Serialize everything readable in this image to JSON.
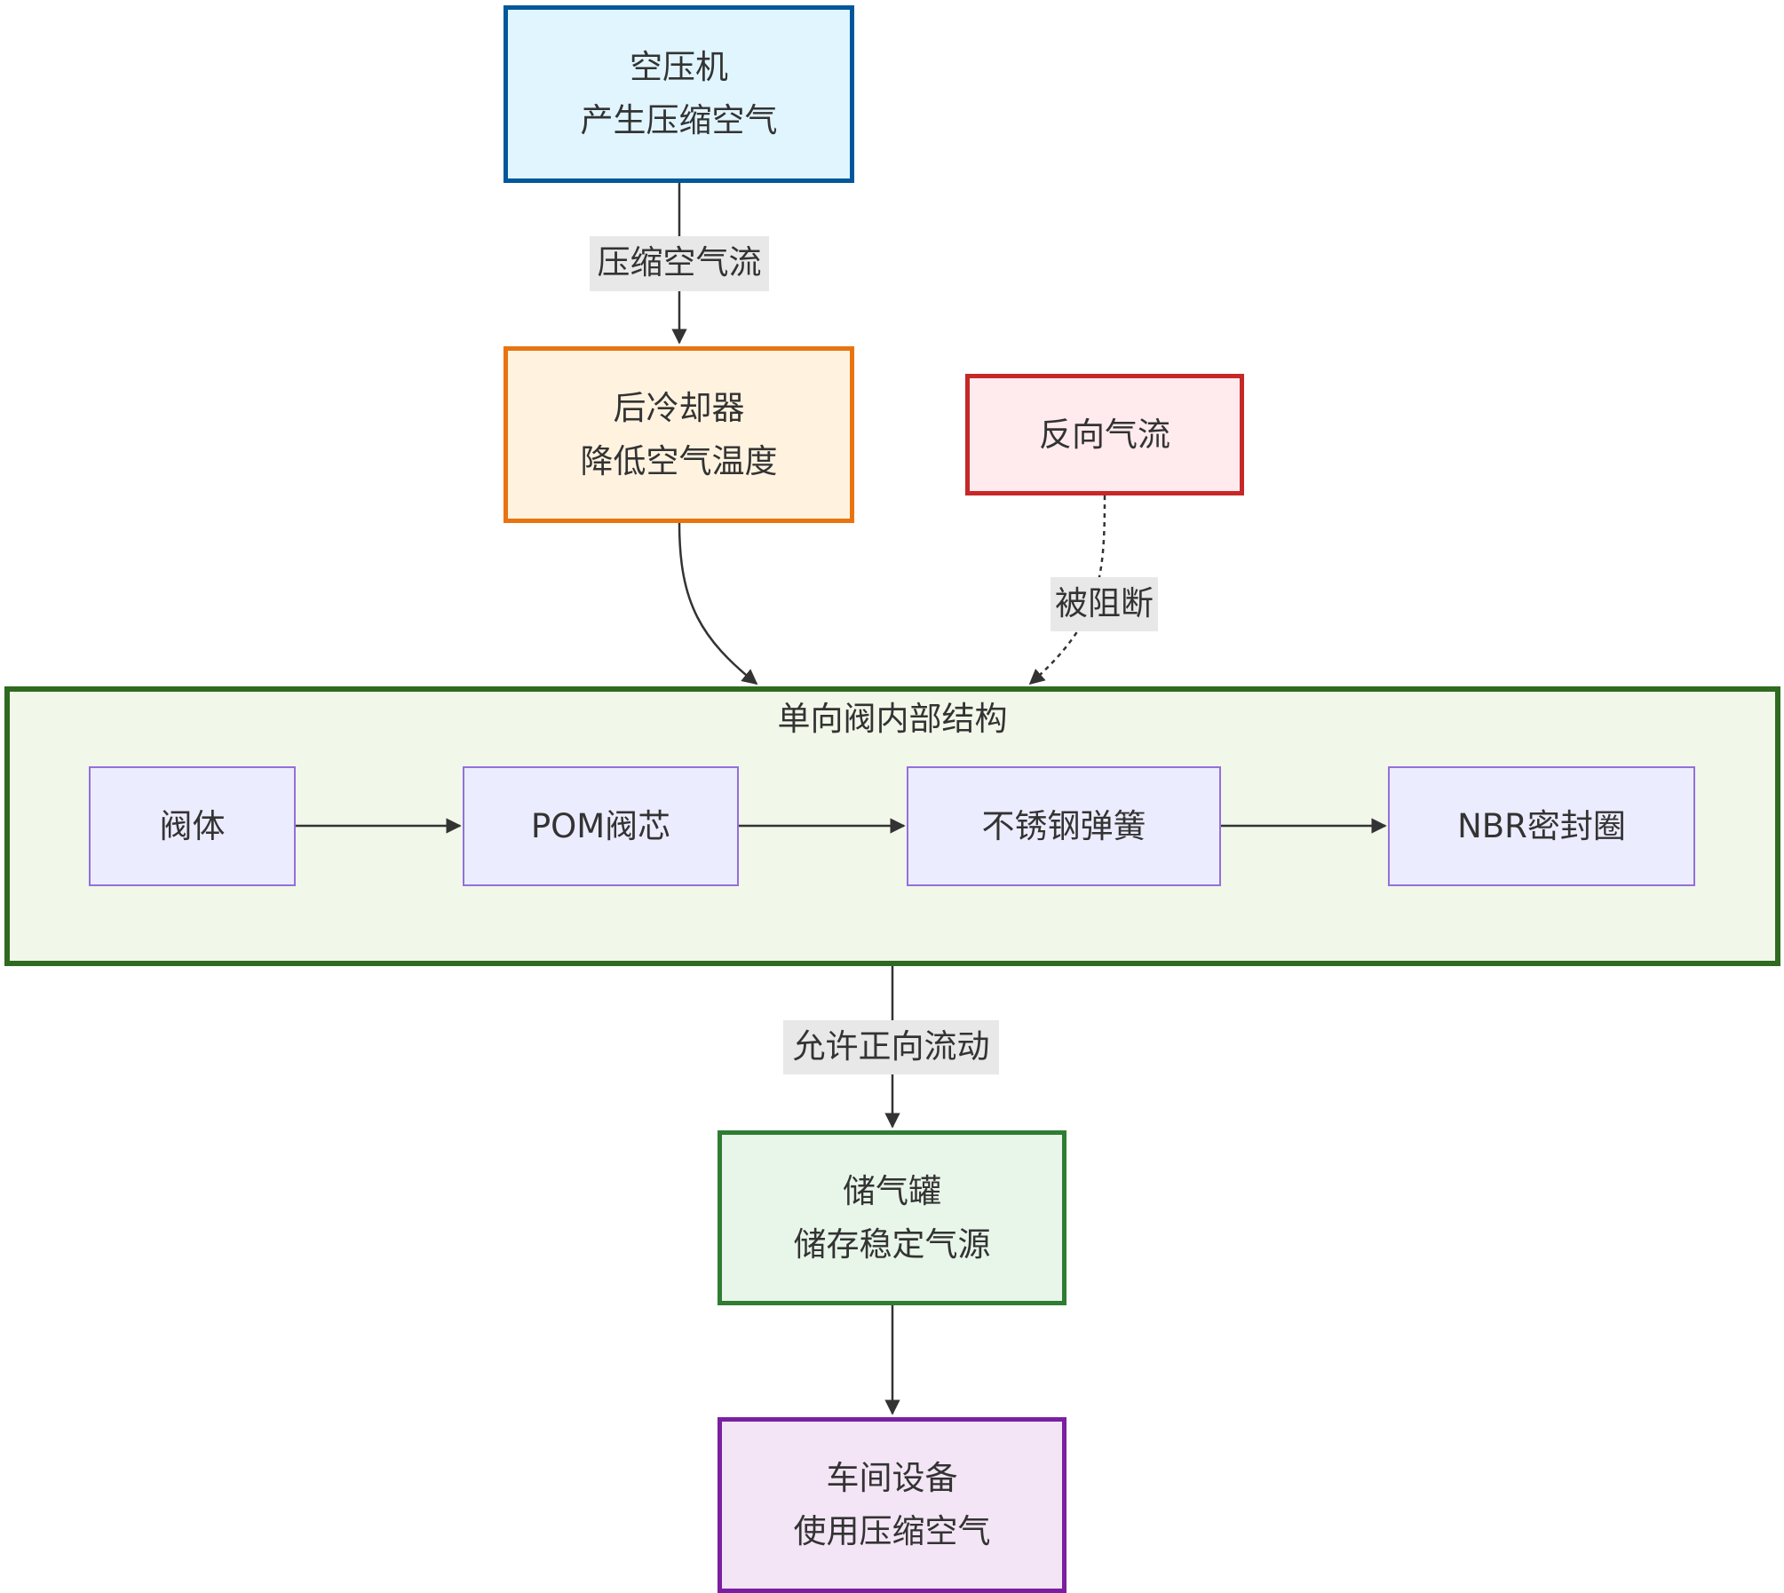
{
  "diagram": {
    "type": "flowchart",
    "direction": "top-to-bottom",
    "nodes": {
      "compressor": {
        "lines": [
          "空压机",
          "产生压缩空气"
        ],
        "fill": "#e1f5fe",
        "stroke": "#01579b"
      },
      "aftercooler": {
        "lines": [
          "后冷却器",
          "降低空气温度"
        ],
        "fill": "#fff3e0",
        "stroke": "#e65100"
      },
      "reverse_flow": {
        "lines": [
          "反向气流"
        ],
        "fill": "#ffebee",
        "stroke": "#c62828"
      },
      "tank": {
        "lines": [
          "储气罐",
          "储存稳定气源"
        ],
        "fill": "#e8f5e9",
        "stroke": "#2e7d32"
      },
      "equipment": {
        "lines": [
          "车间设备",
          "使用压缩空气"
        ],
        "fill": "#f3e5f5",
        "stroke": "#7b1fa2"
      }
    },
    "subgraph": {
      "title": "单向阀内部结构",
      "fill": "#f1f8e9",
      "stroke": "#33691e",
      "nodes": [
        {
          "id": "valve_body",
          "label": "阀体"
        },
        {
          "id": "pom_core",
          "label": "POM阀芯"
        },
        {
          "id": "spring",
          "label": "不锈钢弹簧"
        },
        {
          "id": "nbr_seal",
          "label": "NBR密封圈"
        }
      ],
      "node_fill": "#ececff",
      "node_stroke": "#9370db"
    },
    "edges": [
      {
        "from": "compressor",
        "to": "aftercooler",
        "label": "压缩空气流",
        "style": "solid"
      },
      {
        "from": "aftercooler",
        "to": "check_valve_subgraph",
        "label": "",
        "style": "solid"
      },
      {
        "from": "reverse_flow",
        "to": "check_valve_subgraph",
        "label": "被阻断",
        "style": "dotted"
      },
      {
        "from": "valve_body",
        "to": "pom_core",
        "label": "",
        "style": "solid"
      },
      {
        "from": "pom_core",
        "to": "spring",
        "label": "",
        "style": "solid"
      },
      {
        "from": "spring",
        "to": "nbr_seal",
        "label": "",
        "style": "solid"
      },
      {
        "from": "check_valve_subgraph",
        "to": "tank",
        "label": "允许正向流动",
        "style": "solid"
      },
      {
        "from": "tank",
        "to": "equipment",
        "label": "",
        "style": "solid"
      }
    ],
    "edge_color": "#333333",
    "label_background": "#e8e8e8"
  }
}
